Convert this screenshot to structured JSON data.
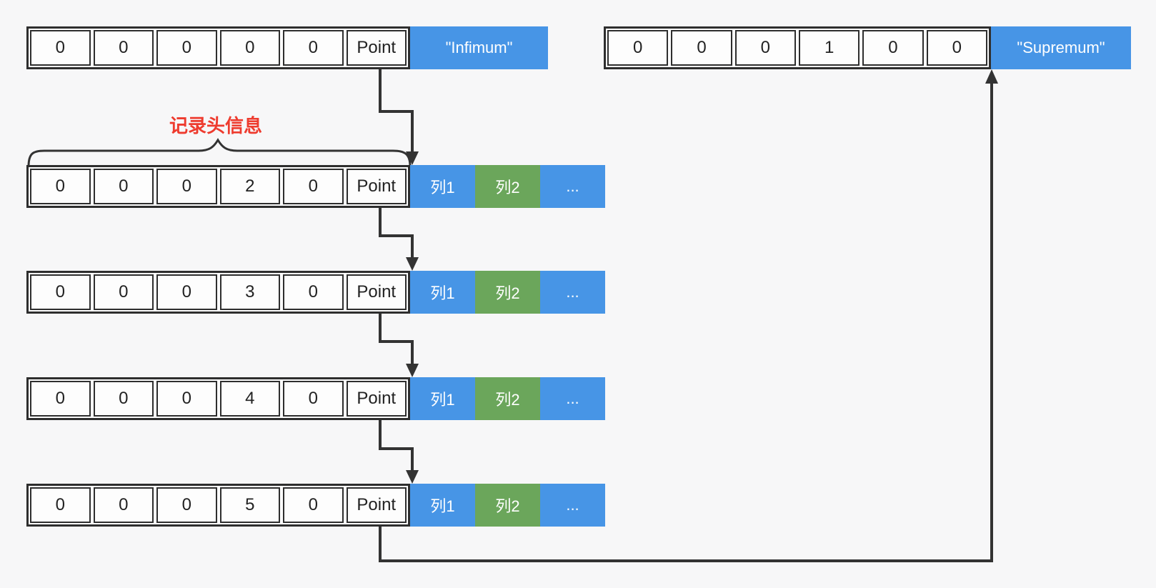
{
  "colors": {
    "blue": "#4795e6",
    "green": "#6ba65b",
    "red": "#ee3b2e",
    "line": "#333333",
    "cell_border": "#2e2e2e",
    "background": "#f7f7f8"
  },
  "labels": {
    "record_header": "记录头信息"
  },
  "infimum_row": {
    "header_cells": [
      "0",
      "0",
      "0",
      "0",
      "0",
      "Point"
    ],
    "data_cells": [
      {
        "text": "\"Infimum\"",
        "color": "blue"
      }
    ]
  },
  "supremum_row": {
    "header_cells": [
      "0",
      "0",
      "0",
      "1",
      "0",
      "0"
    ],
    "data_cells": [
      {
        "text": "\"Supremum\"",
        "color": "blue"
      }
    ]
  },
  "record_rows": [
    {
      "id": "record-2",
      "header_cells": [
        "0",
        "0",
        "0",
        "2",
        "0",
        "Point"
      ],
      "data_cells": [
        {
          "text": "列1",
          "color": "blue"
        },
        {
          "text": "列2",
          "color": "green"
        },
        {
          "text": "...",
          "color": "blue"
        }
      ]
    },
    {
      "id": "record-3",
      "header_cells": [
        "0",
        "0",
        "0",
        "3",
        "0",
        "Point"
      ],
      "data_cells": [
        {
          "text": "列1",
          "color": "blue"
        },
        {
          "text": "列2",
          "color": "green"
        },
        {
          "text": "...",
          "color": "blue"
        }
      ]
    },
    {
      "id": "record-4",
      "header_cells": [
        "0",
        "0",
        "0",
        "4",
        "0",
        "Point"
      ],
      "data_cells": [
        {
          "text": "列1",
          "color": "blue"
        },
        {
          "text": "列2",
          "color": "green"
        },
        {
          "text": "...",
          "color": "blue"
        }
      ]
    },
    {
      "id": "record-5",
      "header_cells": [
        "0",
        "0",
        "0",
        "5",
        "0",
        "Point"
      ],
      "data_cells": [
        {
          "text": "列1",
          "color": "blue"
        },
        {
          "text": "列2",
          "color": "green"
        },
        {
          "text": "...",
          "color": "blue"
        }
      ]
    }
  ]
}
